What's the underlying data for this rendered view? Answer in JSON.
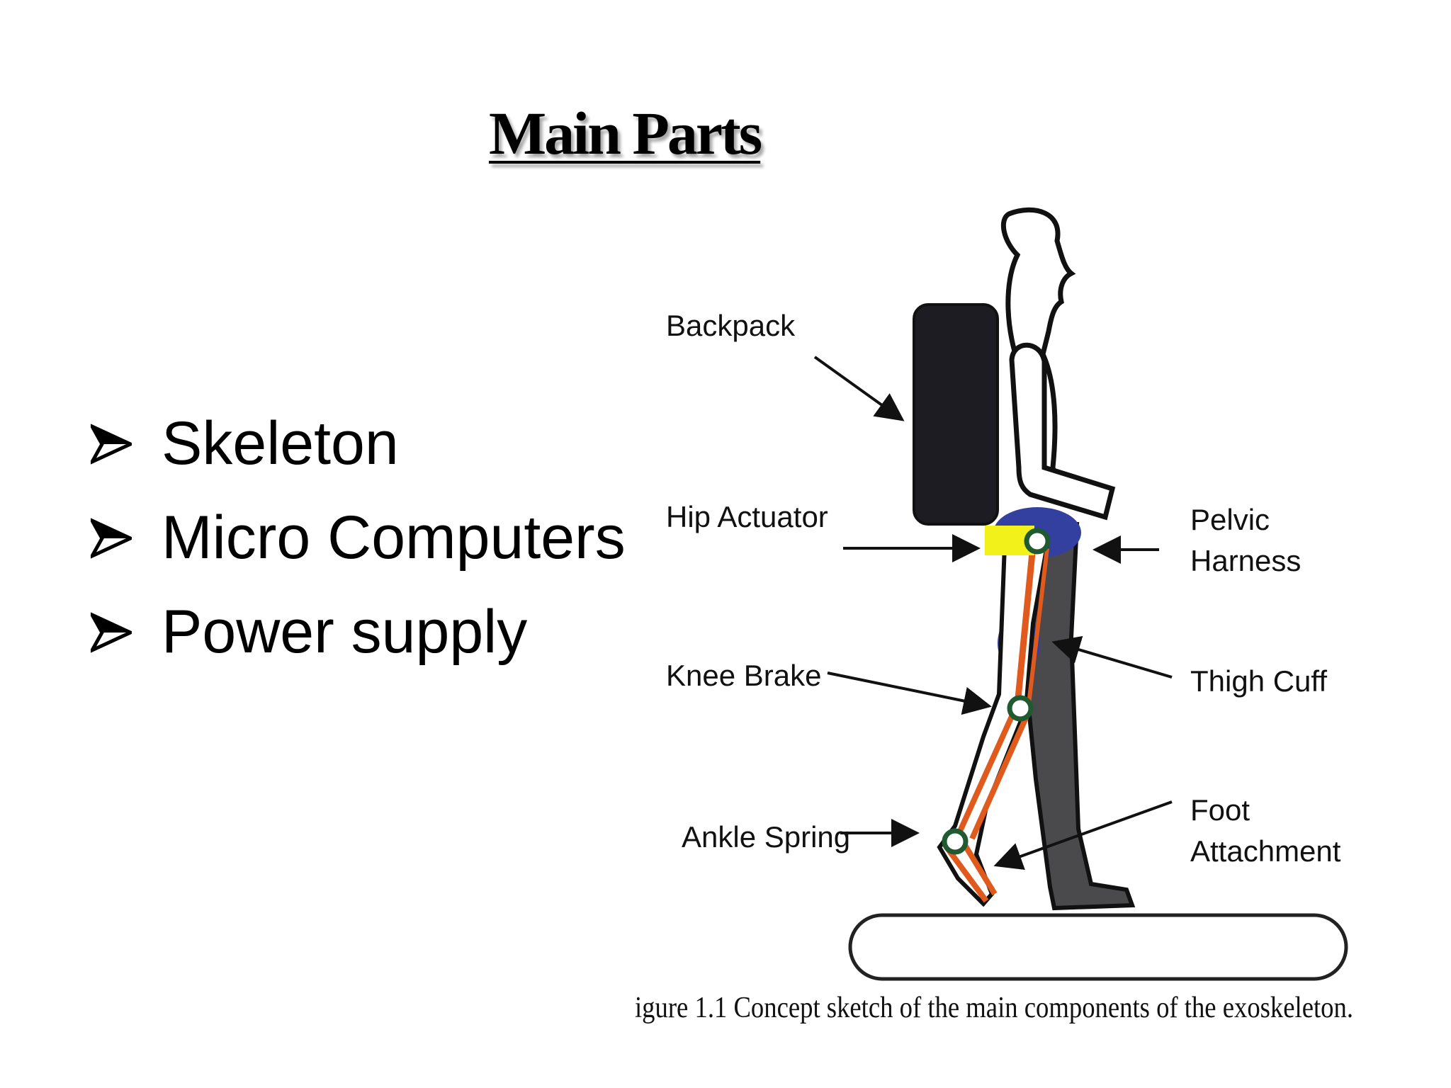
{
  "slide": {
    "title": "Main Parts",
    "bullets": [
      {
        "icon": "arrowhead-bullet-icon",
        "text": "Skeleton"
      },
      {
        "icon": "arrowhead-bullet-icon",
        "text": "Micro Computers"
      },
      {
        "icon": "arrowhead-bullet-icon",
        "text": "Power supply"
      }
    ]
  },
  "figure": {
    "labels": {
      "backpack": "Backpack",
      "hip_actuator": "Hip Actuator",
      "knee_brake": "Knee Brake",
      "ankle_spring": "Ankle Spring",
      "pelvic_harness_1": "Pelvic",
      "pelvic_harness_2": "Harness",
      "thigh_cuff": "Thigh Cuff",
      "foot_attachment_1": "Foot",
      "foot_attachment_2": "Attachment"
    },
    "caption": "igure 1.1  Concept sketch of the main components of the exoskeleton.",
    "colors": {
      "backpack": "#1c1c22",
      "actuator": "#f2f21a",
      "harness": "#3340a0",
      "brace": "#e05a1e",
      "joint": "#1f5a30",
      "leg": "#4a4a4c"
    }
  }
}
